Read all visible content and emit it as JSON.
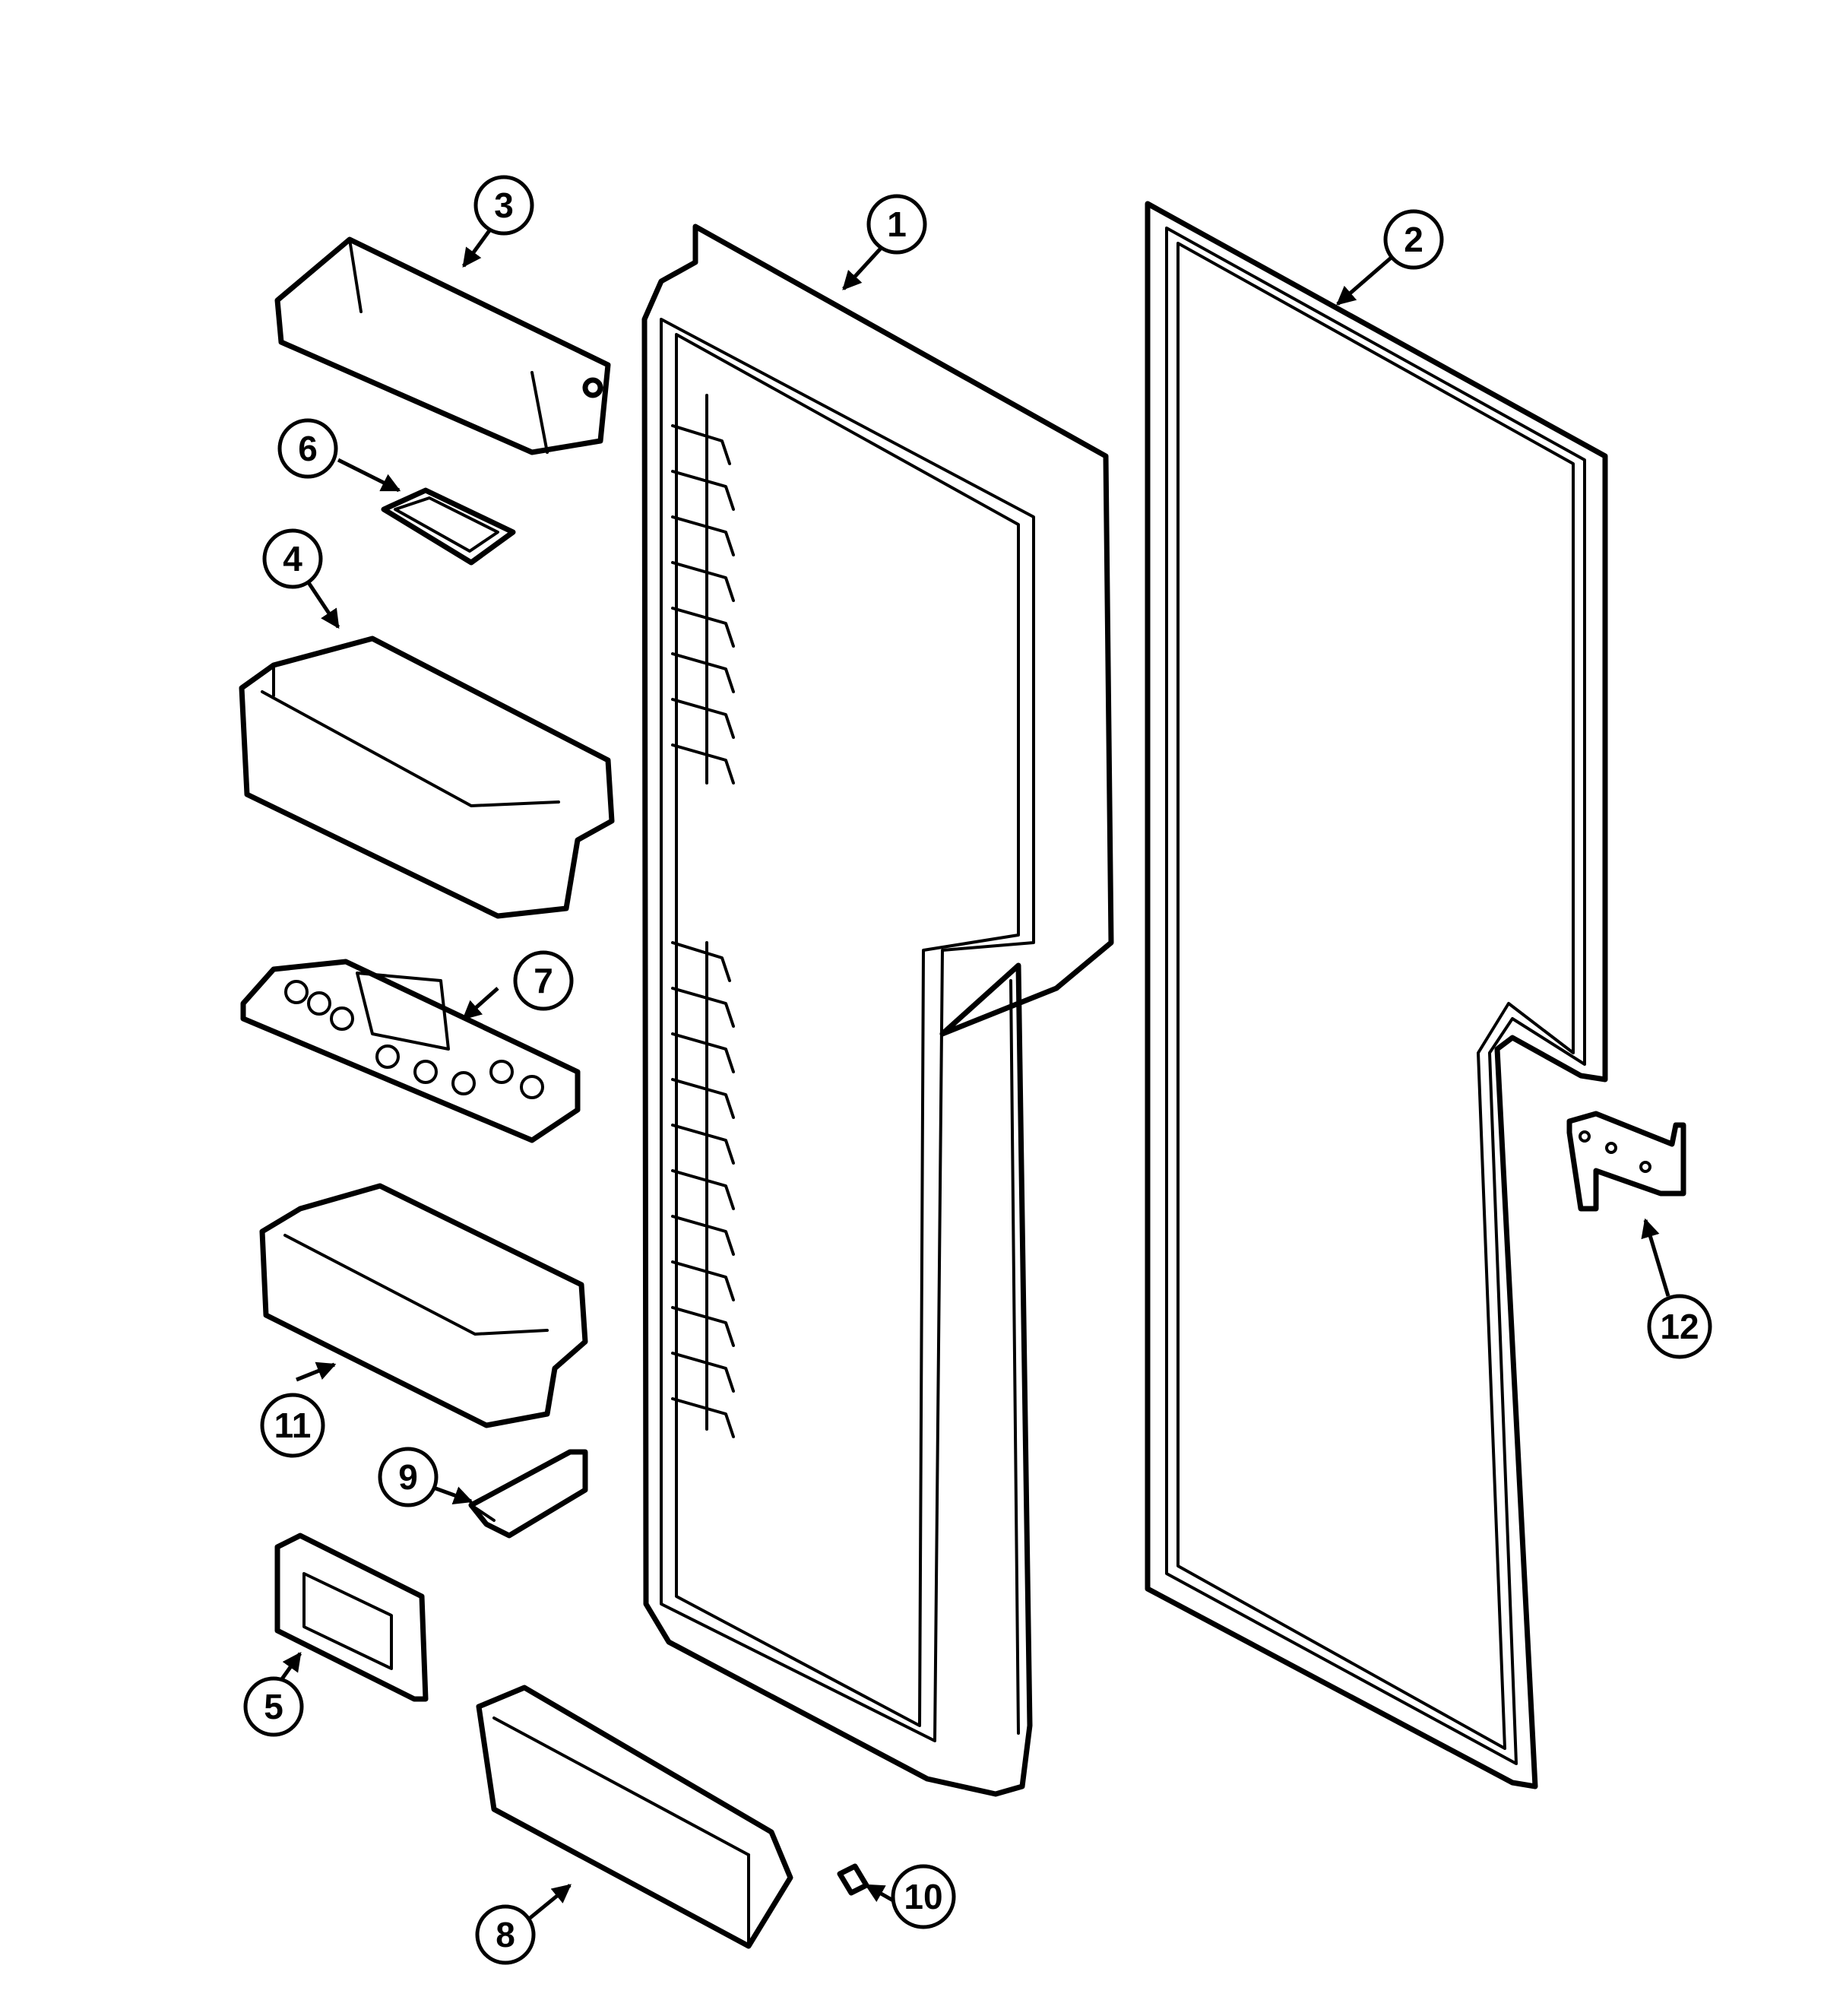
{
  "diagram": {
    "parts": [
      {
        "id": "1",
        "label": "1"
      },
      {
        "id": "2",
        "label": "2"
      },
      {
        "id": "3",
        "label": "3"
      },
      {
        "id": "4",
        "label": "4"
      },
      {
        "id": "5",
        "label": "5"
      },
      {
        "id": "6",
        "label": "6"
      },
      {
        "id": "7",
        "label": "7"
      },
      {
        "id": "8",
        "label": "8"
      },
      {
        "id": "9",
        "label": "9"
      },
      {
        "id": "10",
        "label": "10"
      },
      {
        "id": "11",
        "label": "11"
      },
      {
        "id": "12",
        "label": "12"
      }
    ],
    "colors": {
      "line": "#000000",
      "background": "#ffffff"
    }
  }
}
